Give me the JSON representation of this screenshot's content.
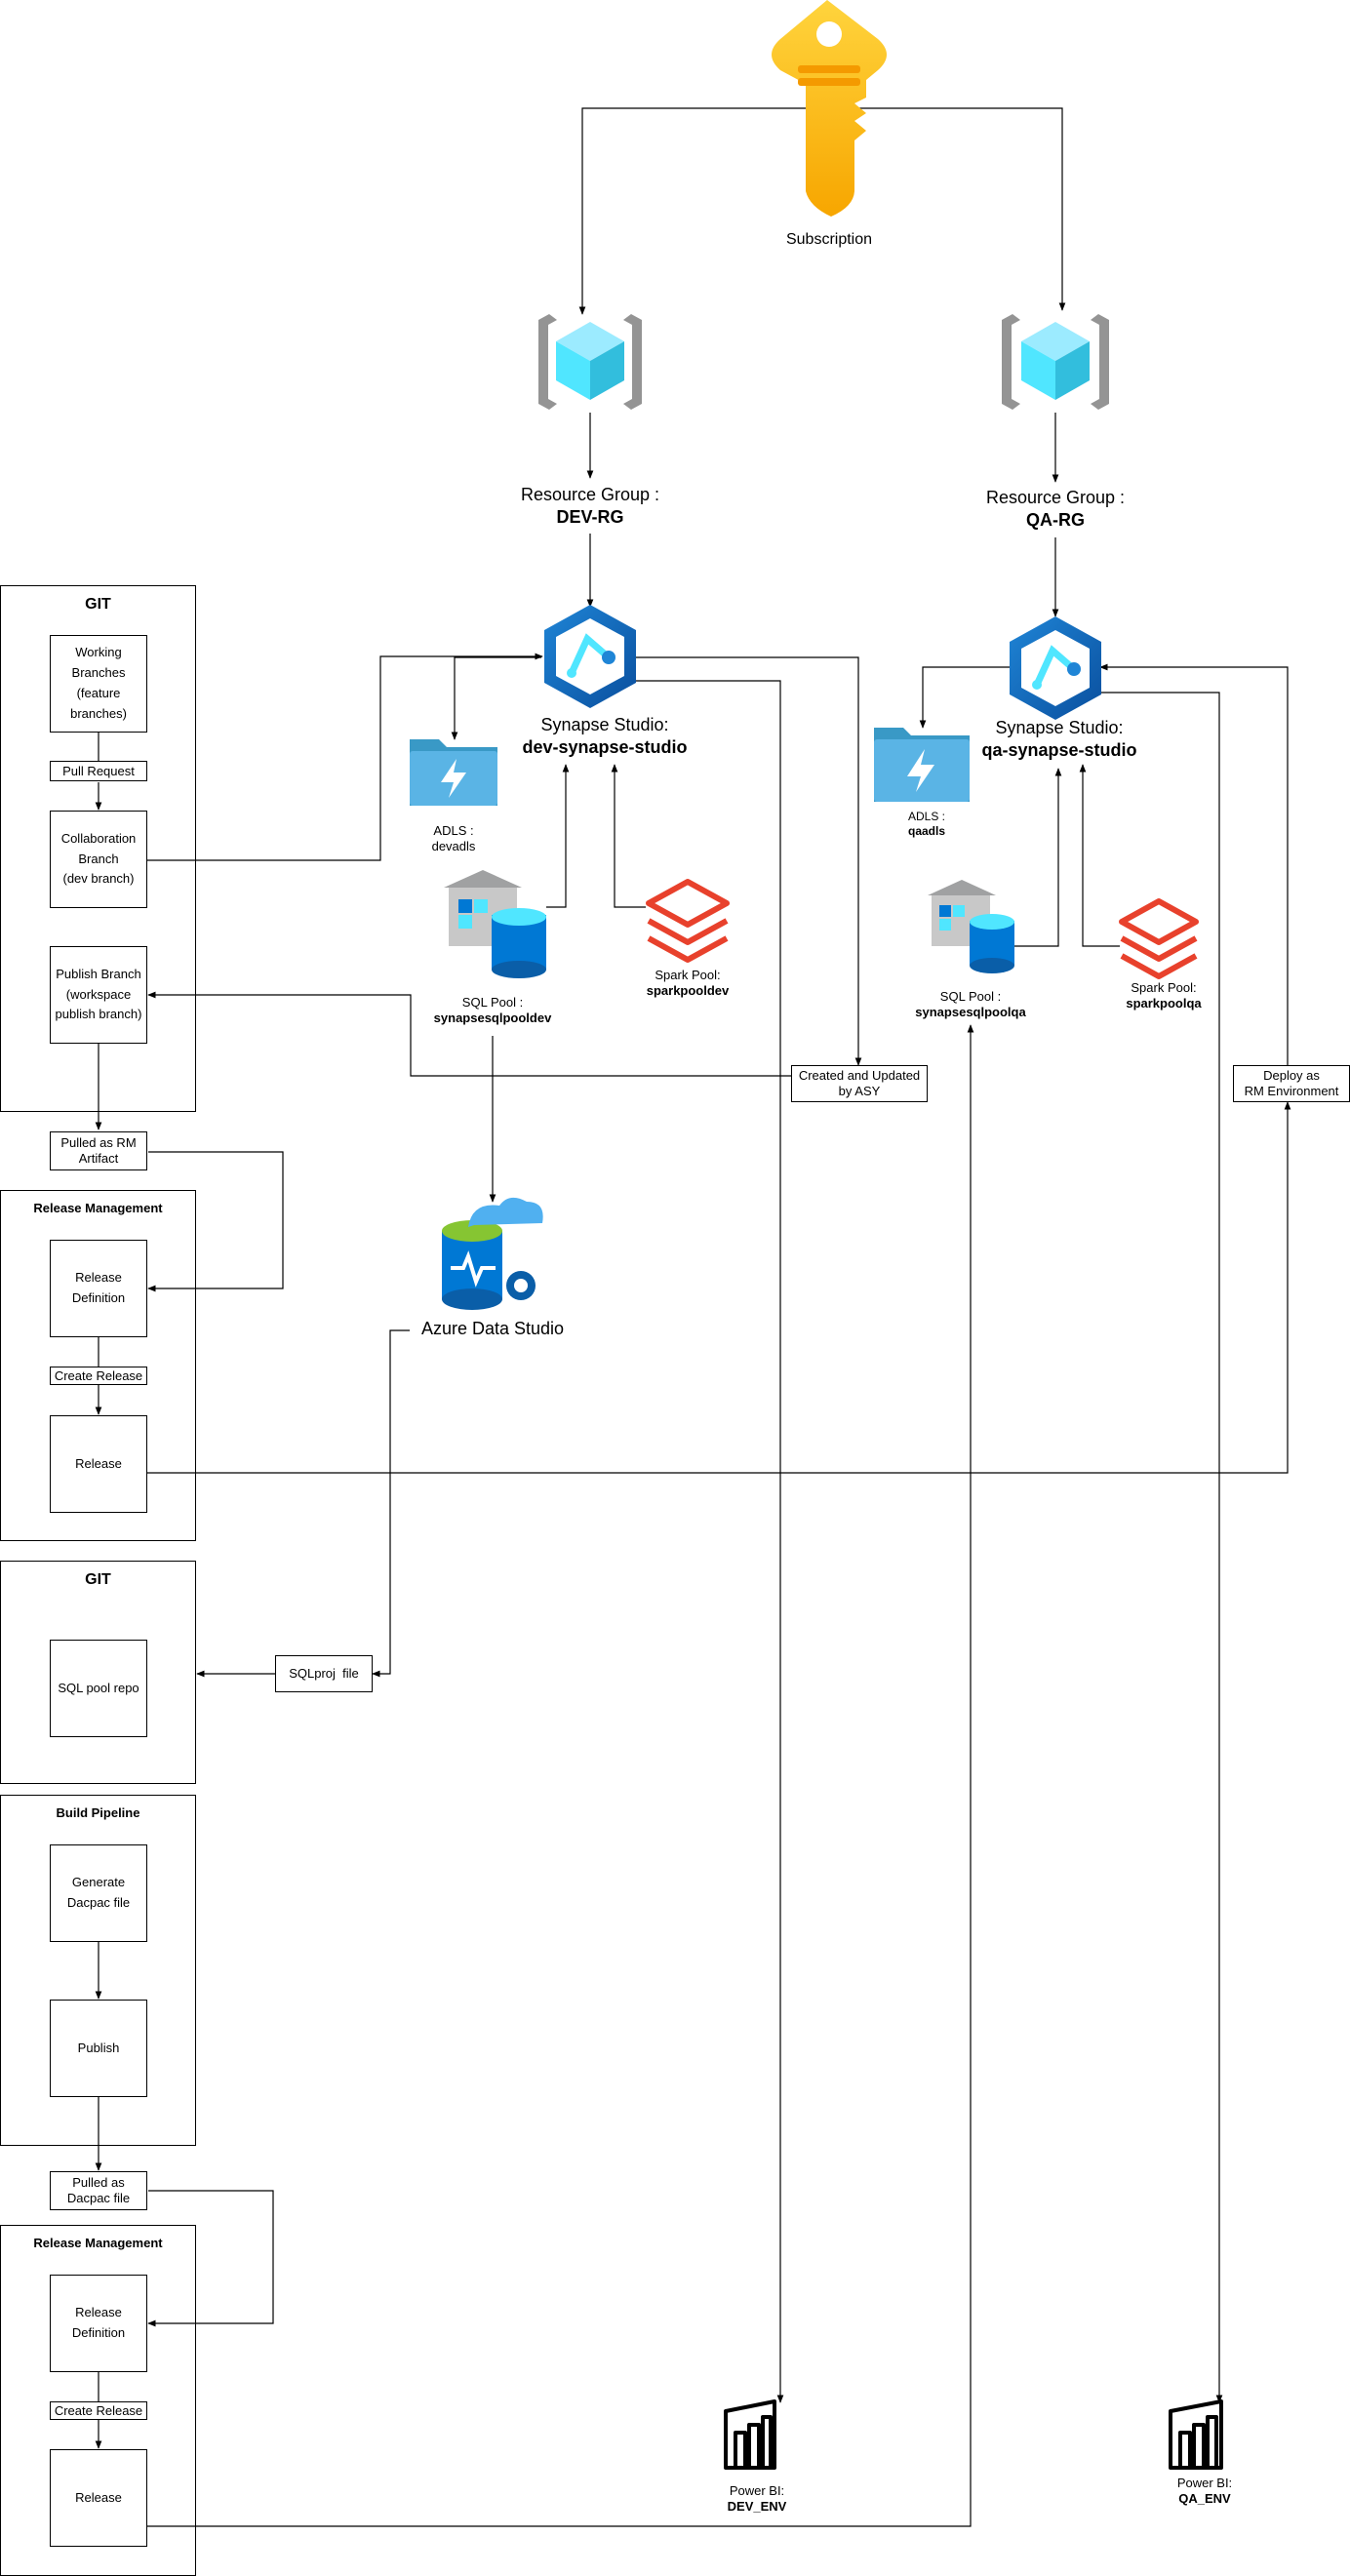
{
  "subscription": {
    "label": "Subscription"
  },
  "dev_rg": {
    "prefix": "Resource Group :",
    "name": "DEV-RG"
  },
  "qa_rg": {
    "prefix": "Resource Group :",
    "name": "QA-RG"
  },
  "dev_synapse": {
    "prefix": "Synapse Studio:",
    "name": "dev-synapse-studio"
  },
  "qa_synapse": {
    "prefix": "Synapse Studio:",
    "name": "qa-synapse-studio"
  },
  "dev_adls": {
    "prefix": "ADLS :",
    "name": "devadls"
  },
  "qa_adls": {
    "prefix": "ADLS :",
    "name": "qaadls"
  },
  "dev_sql_pool": {
    "prefix": "SQL Pool :",
    "name": "synapsesqlpooldev"
  },
  "qa_sql_pool": {
    "prefix": "SQL Pool :",
    "name": "synapsesqlpoolqa"
  },
  "dev_spark_pool": {
    "prefix": "Spark Pool:",
    "name": "sparkpooldev"
  },
  "qa_spark_pool": {
    "prefix": "Spark Pool:",
    "name": "sparkpoolqa"
  },
  "azure_data_studio": {
    "label": "Azure Data Studio"
  },
  "dev_powerbi": {
    "prefix": "Power BI:",
    "name": "DEV_ENV"
  },
  "qa_powerbi": {
    "prefix": "Power BI:",
    "name": "QA_ENV"
  },
  "git_workspace": {
    "title": "GIT",
    "working_branches": "Working\nBranches\n(feature\nbranches)",
    "pull_request": "Pull Request",
    "collaboration_branch": "Collaboration\nBranch\n(dev branch)",
    "publish_branch": "Publish Branch\n(workspace\npublish branch)"
  },
  "pulled_rm_artifact": "Pulled as RM\nArtifact",
  "release_mgmt_1": {
    "title": "Release Management",
    "release_definition": "Release\nDefinition",
    "create_release": "Create Release",
    "release": "Release"
  },
  "created_updated_asy": "Created and Updated\nby ASY",
  "deploy_rm_env": "Deploy as\nRM Environment",
  "git_sql": {
    "title": "GIT",
    "sql_pool_repo": "SQL pool repo"
  },
  "sqlproj_file": "SQLproj  file",
  "build_pipeline": {
    "title": "Build Pipeline",
    "generate_dacpac": "Generate\nDacpac file",
    "publish": "Publish"
  },
  "pulled_dacpac": "Pulled as\nDacpac file",
  "release_mgmt_2": {
    "title": "Release Management",
    "release_definition": "Release\nDefinition",
    "create_release": "Create Release",
    "release": "Release"
  },
  "colors": {
    "key_gold": "#f7b500",
    "cube_cyan": "#50e6ff",
    "bracket_gray": "#949494",
    "synapse_blue": "#0f6cbd",
    "adls_blue": "#3999c6",
    "sql_blue": "#0078d4",
    "warehouse_gray": "#a0a1a2",
    "spark_red": "#e8412c",
    "line": "#000000"
  }
}
